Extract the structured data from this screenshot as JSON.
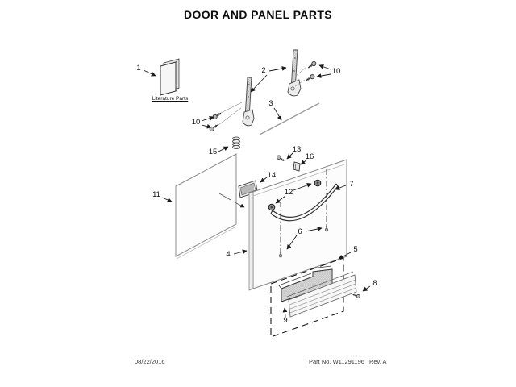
{
  "page": {
    "title": "DOOR AND PANEL PARTS"
  },
  "diagram": {
    "literature_label": "Literature Parts",
    "callouts": [
      {
        "label": "1"
      },
      {
        "label": "2"
      },
      {
        "label": "10"
      },
      {
        "label": "3"
      },
      {
        "label": "10"
      },
      {
        "label": "13"
      },
      {
        "label": "15"
      },
      {
        "label": "16"
      },
      {
        "label": "14"
      },
      {
        "label": "7"
      },
      {
        "label": "12"
      },
      {
        "label": "11"
      },
      {
        "label": "6"
      },
      {
        "label": "5"
      },
      {
        "label": "4"
      },
      {
        "label": "8"
      },
      {
        "label": "9"
      }
    ]
  },
  "footer": {
    "date": "08/22/2016",
    "part_no": "Part No. W11291196",
    "rev": "Rev. A"
  }
}
